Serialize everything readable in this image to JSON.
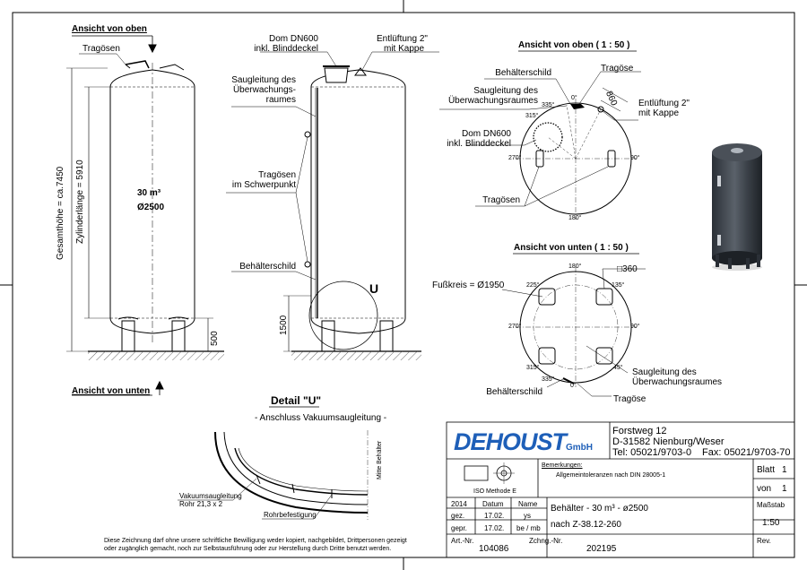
{
  "views": {
    "top_label": "Ansicht von oben",
    "bottom_label": "Ansicht von unten",
    "top_scaled": "Ansicht von oben ( 1 : 50 )",
    "bottom_scaled": "Ansicht von unten ( 1 : 50 )"
  },
  "front": {
    "tragoesen": "Tragösen",
    "volume": "30 m³",
    "diameter": "Ø2500",
    "total_height": "Gesamthöhe = ca.7450",
    "cyl_length": "Zylinderlänge = 5910",
    "leg_height": "500"
  },
  "side": {
    "dom_line1": "Dom DN600",
    "dom_line2": "inkl. Blinddeckel",
    "vent_line1": "Entlüftung 2\"",
    "vent_line2": "mit Kappe",
    "suction_line1": "Saugleitung des",
    "suction_line2": "Überwachungs-",
    "suction_line3": "raumes",
    "lugs_line1": "Tragösen",
    "lugs_line2": "im Schwerpunkt",
    "plate": "Behälterschild",
    "detail_mark": "U",
    "height_1500": "1500"
  },
  "top_view": {
    "plate": "Behälterschild",
    "suction_line1": "Saugleitung des",
    "suction_line2": "Überwachungsraumes",
    "dom_line1": "Dom DN600",
    "dom_line2": "inkl. Blinddeckel",
    "lugs": "Tragösen",
    "lug": "Tragöse",
    "vent_line1": "Entlüftung 2\"",
    "vent_line2": "mit Kappe",
    "dim": "860",
    "a0": "0°",
    "a90": "90°",
    "a180": "180°",
    "a270": "270°",
    "a315": "315°",
    "a335": "335°"
  },
  "bottom_view": {
    "circle": "Fußkreis = Ø1950",
    "square": "□360",
    "suction_line1": "Saugleitung des",
    "suction_line2": "Überwachungsraumes",
    "plate": "Behälterschild",
    "lug": "Tragöse",
    "a0": "0°",
    "a45": "45°",
    "a90": "90°",
    "a135": "135°",
    "a180": "180°",
    "a225": "225°",
    "a270": "270°",
    "a315": "315°",
    "a335": "335°"
  },
  "detail": {
    "title": "Detail \"U\"",
    "subtitle": "- Anschluss Vakuumsaugleitung -",
    "pipe_line1": "Vakuumsaugleitung",
    "pipe_line2": "Rohr 21,3 x 2",
    "fixing": "Rohrbefestigung",
    "center": "Mitte Behälter"
  },
  "disclaimer_line1": "Diese Zeichnung darf ohne unsere schriftliche Bewilligung weder kopiert, nachgebildet, Drittpersonen gezeigt",
  "disclaimer_line2": "oder zugänglich gemacht, noch zur Selbstausführung oder zur Herstellung durch Dritte benutzt werden.",
  "title_block": {
    "company": "DEHOUST",
    "company_suffix": "GmbH",
    "street": "Forstweg 12",
    "city": "D-31582 Nienburg/Weser",
    "tel": "Tel: 05021/9703-0",
    "fax": "Fax: 05021/9703-70",
    "remarks_label": "Bemerkungen:",
    "remarks": "Allgemeintoleranzen nach DIN 28005-1",
    "iso": "ISO Methode E",
    "sheet_label": "Blatt",
    "sheet_value": "1",
    "of_label": "von",
    "of_value": "1",
    "year": "2014",
    "date_label": "Datum",
    "name_label": "Name",
    "drawn_label": "gez.",
    "drawn_date": "17.02.",
    "drawn_name": "ys",
    "checked_label": "gepr.",
    "checked_date": "17.02.",
    "checked_name": "be / mb",
    "title_line1": "Behälter - 30 m³ - ø2500",
    "title_line2": "nach Z-38.12-260",
    "scale_label": "Maßstab",
    "scale_value": "1:50",
    "art_label": "Art.-Nr.",
    "art_value": "104086",
    "drawing_label": "Zchng.-Nr.",
    "drawing_value": "202195",
    "rev_label": "Rev."
  }
}
